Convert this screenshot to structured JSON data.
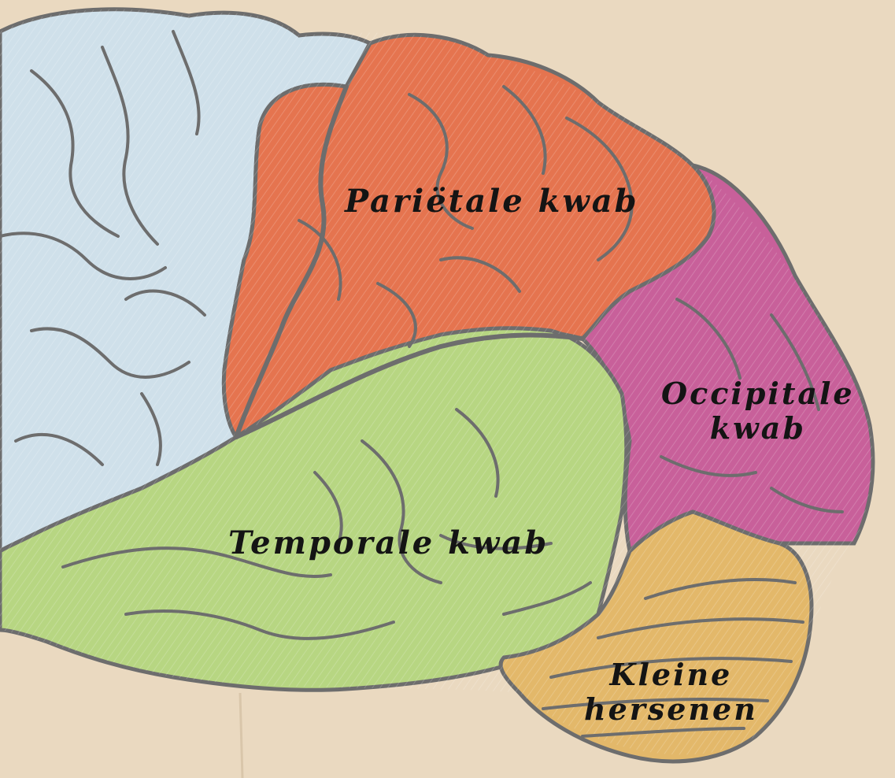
{
  "labels": {
    "parietal": "Pariëtale kwab",
    "temporal": "Temporale kwab",
    "occipital_line1": "Occipitale",
    "occipital_line2": "kwab",
    "cerebellum_line1": "Kleine",
    "cerebellum_line2": "hersenen"
  },
  "colors": {
    "paper": "#ead9c0",
    "frontal": "#cfe0ea",
    "parietal": "#e5744f",
    "temporal": "#b7d682",
    "occipital": "#c8609a",
    "cerebellum": "#e3b86a",
    "outline": "#6d6d6d",
    "ink": "#141414"
  }
}
